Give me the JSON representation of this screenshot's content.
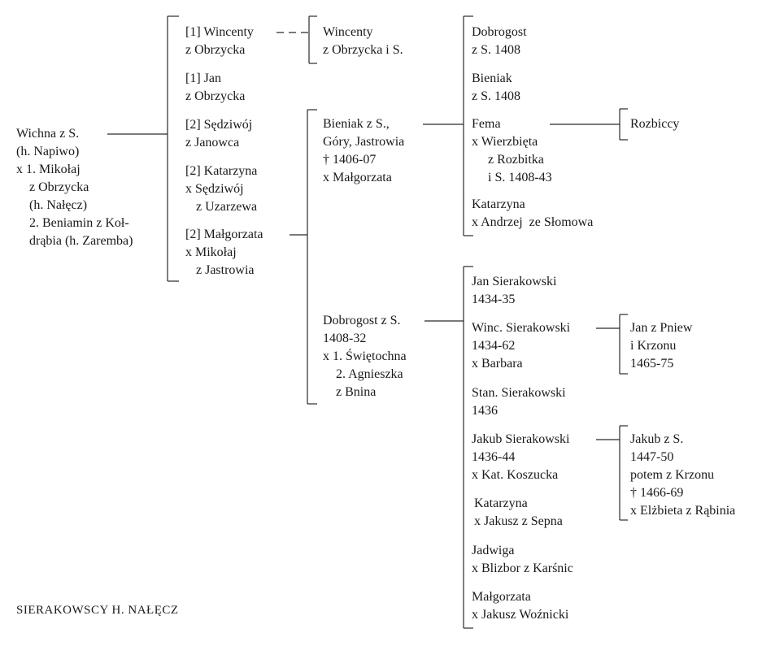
{
  "root": {
    "lines": [
      "Wichna z S.",
      "(h. Napiwo)",
      "x 1. Mikołaj",
      "z Obrzycka",
      "(h. Nałęcz)",
      "2. Beniamin z Koł-",
      "drąbia (h. Zaremba)"
    ]
  },
  "generation_2": [
    {
      "lines": [
        "[1] Wincenty",
        "z Obrzycka"
      ]
    },
    {
      "lines": [
        "[1] Jan",
        "z Obrzycka"
      ]
    },
    {
      "lines": [
        "[2] Sędziwój",
        "z Janowca"
      ]
    },
    {
      "lines": [
        "[2] Katarzyna",
        "x Sędziwój",
        "z Uzarzewa"
      ]
    },
    {
      "lines": [
        "[2] Małgorzata",
        "x Mikołaj",
        "z Jastrowia"
      ]
    }
  ],
  "generation_3": [
    {
      "lines": [
        "Wincenty",
        "z Obrzycka i S."
      ]
    },
    {
      "lines": [
        "Bieniak z S.,",
        "Góry, Jastrowia",
        "† 1406-07",
        "x Małgorzata"
      ]
    },
    {
      "lines": [
        "Dobrogost z S.",
        "1408-32",
        "x 1. Świętochna",
        "2. Agnieszka",
        "z Bnina"
      ]
    }
  ],
  "generation_4_bieniak": [
    {
      "lines": [
        "Dobrogost",
        "z S. 1408"
      ]
    },
    {
      "lines": [
        "Bieniak",
        "z S. 1408"
      ]
    },
    {
      "lines": [
        "Fema",
        "x Wierzbięta",
        "z Rozbitka",
        "i S. 1408-43"
      ]
    },
    {
      "lines": [
        "Katarzyna",
        "x Andrzej  ze Słomowa"
      ]
    }
  ],
  "generation_4_dobrogost": [
    {
      "lines": [
        "Jan Sierakowski",
        "1434-35"
      ]
    },
    {
      "lines": [
        "Winc. Sierakowski",
        "1434-62",
        "x Barbara"
      ]
    },
    {
      "lines": [
        "Stan. Sierakowski",
        "1436"
      ]
    },
    {
      "lines": [
        "Jakub Sierakowski",
        "1436-44",
        "x Kat. Koszucka"
      ]
    },
    {
      "lines": [
        "Katarzyna",
        "x Jakusz z Sepna"
      ]
    },
    {
      "lines": [
        "Jadwiga",
        "x Blizbor z Karśnic"
      ]
    },
    {
      "lines": [
        "Małgorzata",
        "x Jakusz Woźnicki"
      ]
    }
  ],
  "generation_5": [
    {
      "lines": [
        "Rozbiccy"
      ]
    },
    {
      "lines": [
        "Jan z Pniew",
        "i Krzonu",
        "1465-75"
      ]
    },
    {
      "lines": [
        "Jakub z S.",
        "1447-50",
        "potem z Krzonu",
        "† 1466-69",
        "x Elżbieta z Rąbinia"
      ]
    }
  ],
  "caption": "SIERAKOWSCY H. NAŁĘCZ"
}
